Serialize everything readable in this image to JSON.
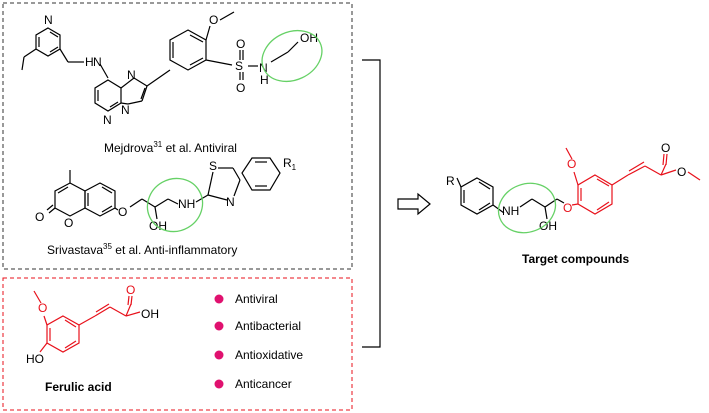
{
  "top_panel": {
    "compound1": {
      "caption_author": "Mejdrova",
      "caption_ref": "31",
      "caption_rest": " et al. Antiviral",
      "atoms": {
        "n_pyridine": "N",
        "nh": "H",
        "nh_n": "N",
        "n_imid": "N",
        "n_ring_a": "N",
        "n_ring_b": "N",
        "s": "S",
        "o1": "O",
        "o2": "O",
        "sulfonamide_nh": "N",
        "sulfonamide_h": "H",
        "oh": "OH"
      }
    },
    "compound2": {
      "caption_author": "Srivastava",
      "caption_ref": "35",
      "caption_rest": " et al. Anti-inflammatory",
      "atoms": {
        "o_carbonyl": "O",
        "o_ring": "O",
        "o_ether": "O",
        "oh": "OH",
        "nh": "NH",
        "s": "S",
        "n": "N",
        "r1": "R",
        "r1_sub": "1"
      }
    }
  },
  "bottom_panel": {
    "compound_name": "Ferulic acid",
    "atoms": {
      "o_methoxy": "O",
      "ho": "HO",
      "o_carbonyl": "O",
      "oh": "OH"
    },
    "activities": [
      "Antiviral",
      "Antibacterial",
      "Antioxidative",
      "Anticancer"
    ]
  },
  "target": {
    "label": "Target compounds",
    "atoms": {
      "r": "R",
      "nh": "NH",
      "oh": "OH",
      "o_methoxy": "O",
      "o_ether": "O",
      "o_carbonyl": "O",
      "o_ester": "O"
    }
  },
  "colors": {
    "black": "#000000",
    "red": "#e8111b",
    "highlight_green": "#66d166",
    "bullet": "#e0116f"
  }
}
